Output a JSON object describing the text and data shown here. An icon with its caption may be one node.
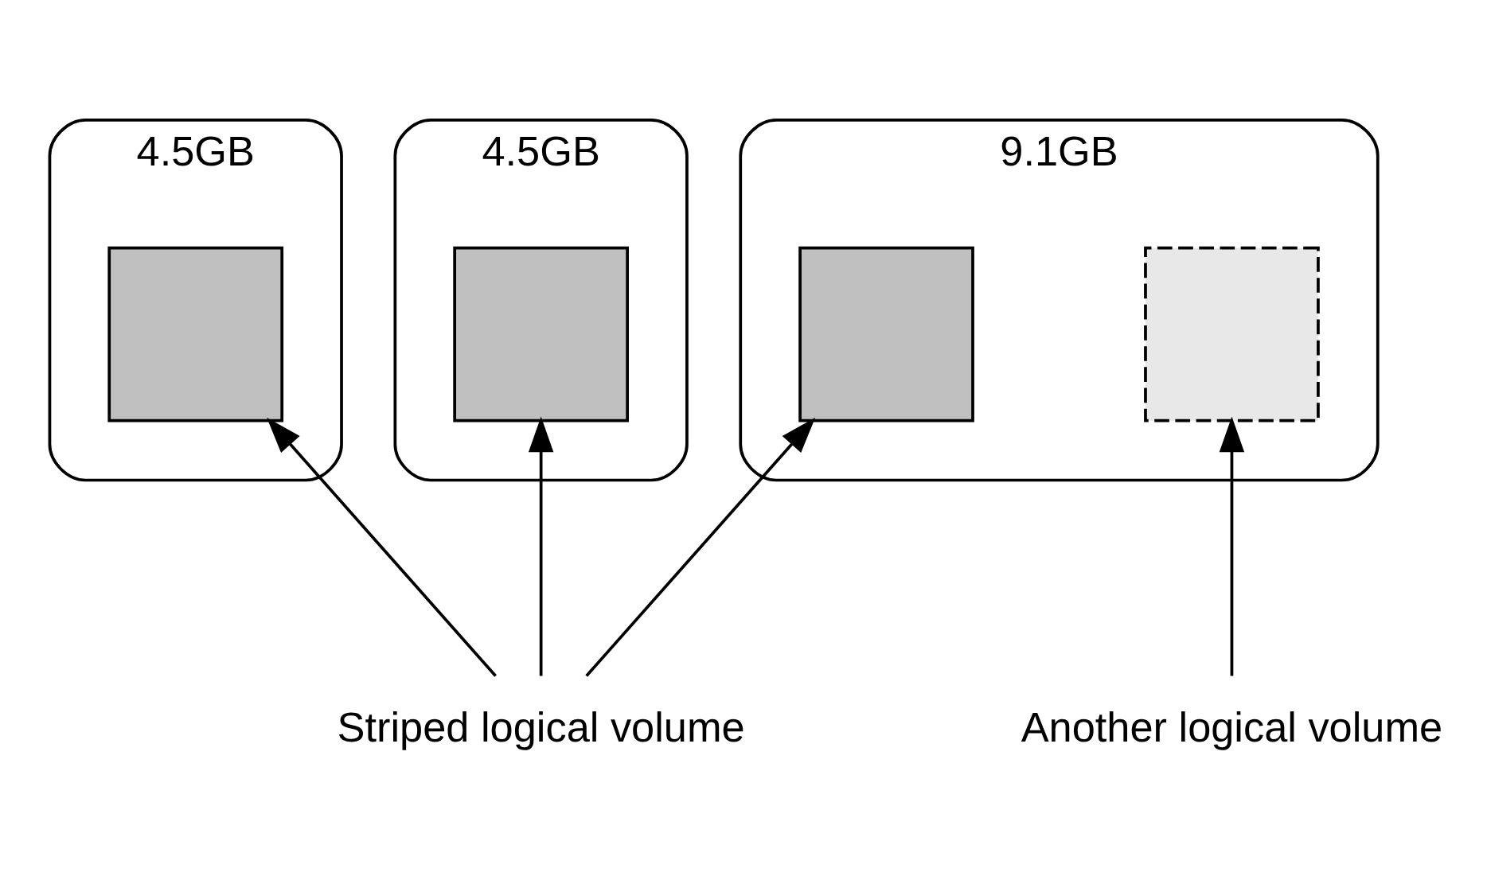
{
  "diagram": {
    "nodes": [
      {
        "text": [
          "4.5GB"
        ]
      },
      {
        "text": [],
        "shape": "box",
        "in": 0
      },
      {
        "text": [
          "9.1GB"
        ]
      },
      {
        "text": [],
        "shape": "box",
        "in": 2
      },
      {
        "text": [],
        "shape": "box",
        "in": 2
      },
      {
        "text": [
          "4.5GB"
        ]
      },
      {
        "text": [],
        "shape": "box",
        "in": 5
      },
      {
        "text": [
          "Striped logical volume"
        ]
      },
      {
        "text": [
          "Another logical volume"
        ]
      }
    ],
    "edges": [
      {
        "from": 7,
        "to": 1,
        "arrow": "to"
      },
      {
        "from": 7,
        "to": 3,
        "arrow": "to"
      },
      {
        "from": 7,
        "to": 6,
        "arrow": "to"
      },
      {
        "from": 8,
        "to": 4,
        "arrow": "to"
      }
    ]
  }
}
